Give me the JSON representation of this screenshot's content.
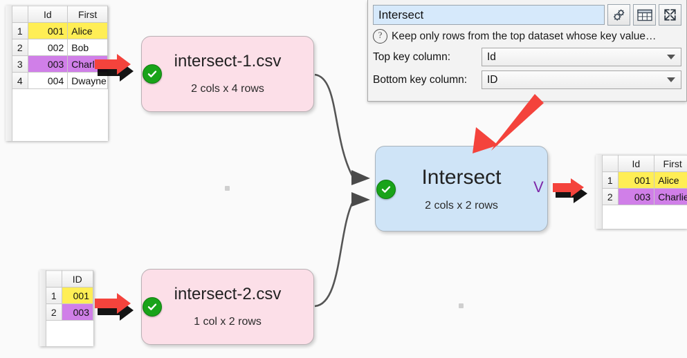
{
  "panel": {
    "name_value": "Intersect",
    "hint": "Keep only rows from the top dataset whose key value…",
    "help_glyph": "?",
    "top_key_label": "Top key column:",
    "top_key_value": "Id",
    "bottom_key_label": "Bottom key column:",
    "bottom_key_value": "ID",
    "tools": [
      {
        "name": "settings-gears-icon",
        "label": ""
      },
      {
        "name": "table-grid-icon",
        "label": ""
      },
      {
        "name": "expand-icon",
        "label": ""
      }
    ]
  },
  "nodes": {
    "source1": {
      "title": "intersect-1.csv",
      "subtitle": "2 cols x 4 rows",
      "status": "ok"
    },
    "source2": {
      "title": "intersect-2.csv",
      "subtitle": "1 col x 2 rows",
      "status": "ok"
    },
    "operation": {
      "title": "Intersect",
      "subtitle": "2 cols x 2 rows",
      "status": "ok",
      "chevron": "V"
    }
  },
  "tables": {
    "top_left": {
      "headers": [
        "",
        "Id",
        "First"
      ],
      "rows": [
        {
          "n": "1",
          "cells": [
            "001",
            "Alice"
          ],
          "highlight": "yellow"
        },
        {
          "n": "2",
          "cells": [
            "002",
            "Bob"
          ],
          "highlight": "none"
        },
        {
          "n": "3",
          "cells": [
            "003",
            "Charlie"
          ],
          "highlight": "purple"
        },
        {
          "n": "4",
          "cells": [
            "004",
            "Dwayne"
          ],
          "highlight": "none"
        }
      ]
    },
    "bottom_left": {
      "headers": [
        "",
        "ID"
      ],
      "rows": [
        {
          "n": "1",
          "cells": [
            "001"
          ],
          "highlight": "yellow"
        },
        {
          "n": "2",
          "cells": [
            "003"
          ],
          "highlight": "purple"
        }
      ]
    },
    "right_result": {
      "headers": [
        "",
        "Id",
        "First"
      ],
      "rows": [
        {
          "n": "1",
          "cells": [
            "001",
            "Alice"
          ],
          "highlight": "yellow"
        },
        {
          "n": "2",
          "cells": [
            "003",
            "Charlie"
          ],
          "highlight": "purple"
        }
      ]
    }
  },
  "colors": {
    "canvas": "#fafafa",
    "source_node": "#fcdfe8",
    "operation_node": "#cfe4f7",
    "status_ok": "#19a319",
    "annotation_red": "#f4433c",
    "highlight_yellow": "#ffee55",
    "highlight_purple": "#d07fe8",
    "chevron_purple": "#7d27a8",
    "field_selected": "#d6e9fb"
  },
  "annotations": {
    "arrow_to_top_source": "red-arrow-right",
    "arrow_to_bottom_source": "red-arrow-right",
    "arrow_to_result_table": "red-arrow-right",
    "arrow_to_operation_node": "red-arrow-diagonal"
  }
}
